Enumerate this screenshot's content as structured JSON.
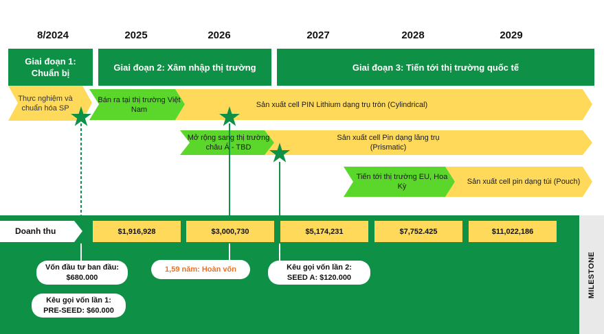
{
  "years": [
    "8/2024",
    "2025",
    "2026",
    "2027",
    "2028",
    "2029"
  ],
  "phases": [
    {
      "label": "Giai đoạn 1:\nChuẩn bị"
    },
    {
      "label": "Giai đoạn 2: Xâm nhập thị trường"
    },
    {
      "label": "Giai đoạn 3: Tiến tới thị trường quốc tế"
    }
  ],
  "timeline": {
    "prep": "Thực nghiệm và chuẩn hóa SP",
    "launch_vn": "Bán ra tại thị trường Việt Nam",
    "cylindrical": "Sản xuất cell PIN Lithium dạng trụ tròn (Cylindrical)",
    "expand_asia": "Mở rộng sang thị trường châu Á - TBD",
    "prismatic": "Sản xuất cell Pin dạng lăng trụ (Prismatic)",
    "eu_us": "Tiến tới thị trường EU, Hoa Kỳ",
    "pouch": "Sản xuất cell pin dạng túi (Pouch)"
  },
  "revenue": {
    "label": "Doanh thu",
    "values": [
      "$1,916,928",
      "$3,000,730",
      "$5,174,231",
      "$7,752.425",
      "$11,022,186"
    ]
  },
  "milestones": {
    "initial_investment": "Vốn đầu tư ban đầu:\n$680.000",
    "pre_seed": "Kêu gọi vốn lần 1:\nPRE-SEED: $60.000",
    "breakeven": "1,59 năm: Hoàn vốn",
    "seed_a": "Kêu gọi vốn lần 2:\nSEED A: $120.000"
  },
  "side_label": "MILESTONE",
  "colors": {
    "green": "#0e9146",
    "light_green": "#5bd62a",
    "yellow": "#ffd95a",
    "orange_text": "#e8722a"
  }
}
